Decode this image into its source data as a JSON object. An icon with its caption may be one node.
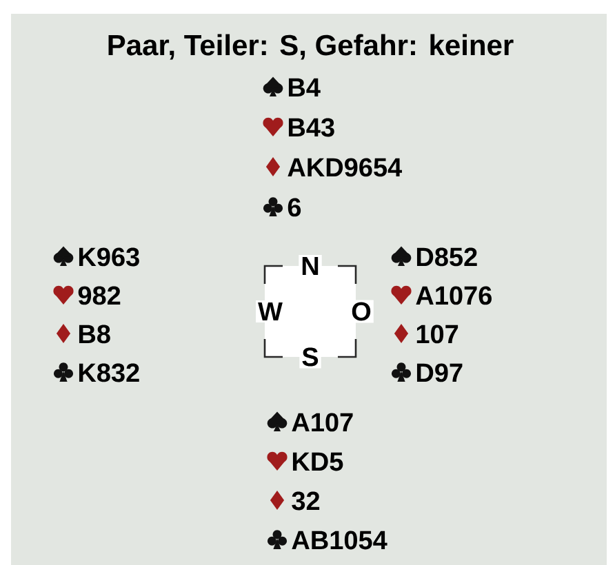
{
  "diagram": {
    "title": "Paar, Teiler: S, Gefahr: keiner",
    "nodes": [
      {
        "text": [
          "N",
          "W",
          "O",
          "S"
        ]
      }
    ],
    "labels": [
      "B4",
      "B43",
      "AKD9654",
      "6",
      "K963",
      "982",
      "B8",
      "K832",
      "D852",
      "A1076",
      "107",
      "D97",
      "A107",
      "KD5",
      "32",
      "AB1054"
    ]
  }
}
